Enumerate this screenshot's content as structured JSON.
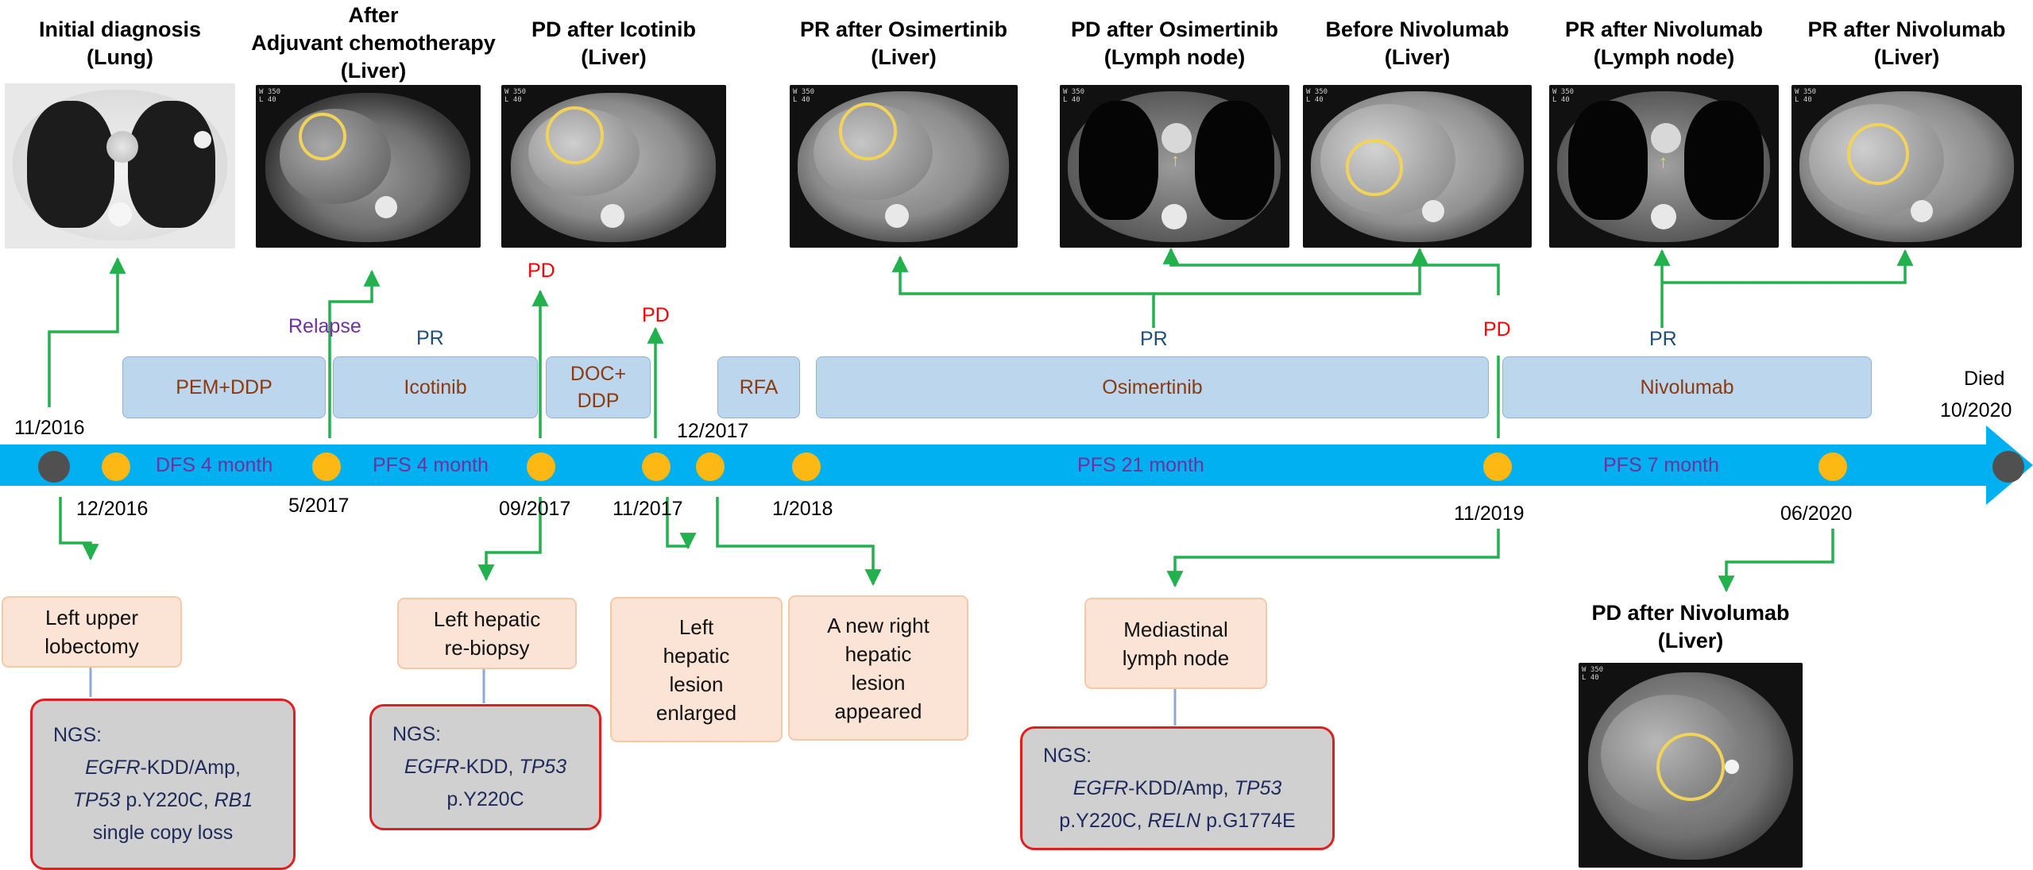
{
  "scan_titles": [
    {
      "line1": "Initial diagnosis",
      "line2": "(Lung)"
    },
    {
      "line0": "After",
      "line1": "Adjuvant chemotherapy",
      "line2": "(Liver)"
    },
    {
      "line1": "PD after Icotinib",
      "line2": "(Liver)"
    },
    {
      "line1": "PR after Osimertinib",
      "line2": "(Liver)"
    },
    {
      "line1": "PD after Osimertinib",
      "line2": "(Lymph node)"
    },
    {
      "line1": "Before Nivolumab",
      "line2": "(Liver)"
    },
    {
      "line1": "PR after Nivolumab",
      "line2": "(Lymph node)"
    },
    {
      "line1": "PR after Nivolumab",
      "line2": "(Liver)"
    },
    {
      "line1": "PD after Nivolumab",
      "line2": "(Liver)"
    }
  ],
  "treatments": [
    {
      "label": "PEM+DDP"
    },
    {
      "label": "Icotinib"
    },
    {
      "line1": "DOC+",
      "line2": "DDP"
    },
    {
      "label": "RFA"
    },
    {
      "label": "Osimertinib"
    },
    {
      "label": "Nivolumab"
    }
  ],
  "responses": {
    "relapse": "Relapse",
    "pr_icotinib": "PR",
    "pd_icotinib": "PD",
    "pd_doc": "PD",
    "pr_osimertinib": "PR",
    "pd_osimertinib": "PD",
    "pr_nivolumab": "PR"
  },
  "survival": {
    "dfs": "DFS 4 month",
    "pfs1": "PFS 4 month",
    "pfs2": "PFS 21 month",
    "pfs3": "PFS 7 month"
  },
  "dates": {
    "d_2016_11": "11/2016",
    "d_2016_12": "12/2016",
    "d_2017_05": "5/2017",
    "d_2017_09": "09/2017",
    "d_2017_11": "11/2017",
    "d_2017_12": "12/2017",
    "d_2018_01": "1/2018",
    "d_2019_11": "11/2019",
    "d_2020_06": "06/2020",
    "died_label": "Died",
    "died_date": "10/2020"
  },
  "events": [
    {
      "line1": "Left upper",
      "line2": "lobectomy"
    },
    {
      "line1": "Left hepatic",
      "line2": "re-biopsy"
    },
    {
      "line1": "Left",
      "line2": "hepatic",
      "line3": "lesion",
      "line4": "enlarged"
    },
    {
      "line1": "A new right",
      "line2": "hepatic",
      "line3": "lesion",
      "line4": "appeared"
    },
    {
      "line1": "Mediastinal",
      "line2": "lymph node"
    }
  ],
  "ngs": [
    {
      "header": "NGS:",
      "gene1": "EGFR",
      "text1": "-KDD/Amp,",
      "gene2": "TP53",
      "text2": " p.Y220C, ",
      "gene3": "RB1",
      "text3": "single copy loss"
    },
    {
      "header": "NGS:",
      "gene1": "EGFR",
      "text1": "-KDD, ",
      "gene2": "TP53",
      "text2": "p.Y220C"
    },
    {
      "header": "NGS:",
      "gene1": "EGFR",
      "text1": "-KDD/Amp, ",
      "gene2": "TP53",
      "text2": "p.Y220C, ",
      "gene3": "RELN",
      "text3": " p.G1774E"
    }
  ],
  "colors": {
    "timeline": "#00b0f0",
    "arrow": "#22b14c",
    "pd": "#ff0000",
    "pr": "#1f4e79",
    "relapse": "#7030a0",
    "phase_fill": "#bcd6ee",
    "event_fill": "#fbe4d5",
    "ngs_fill": "#d0d0d0",
    "ngs_border": "#e02020",
    "milestone": "#fdb813"
  }
}
